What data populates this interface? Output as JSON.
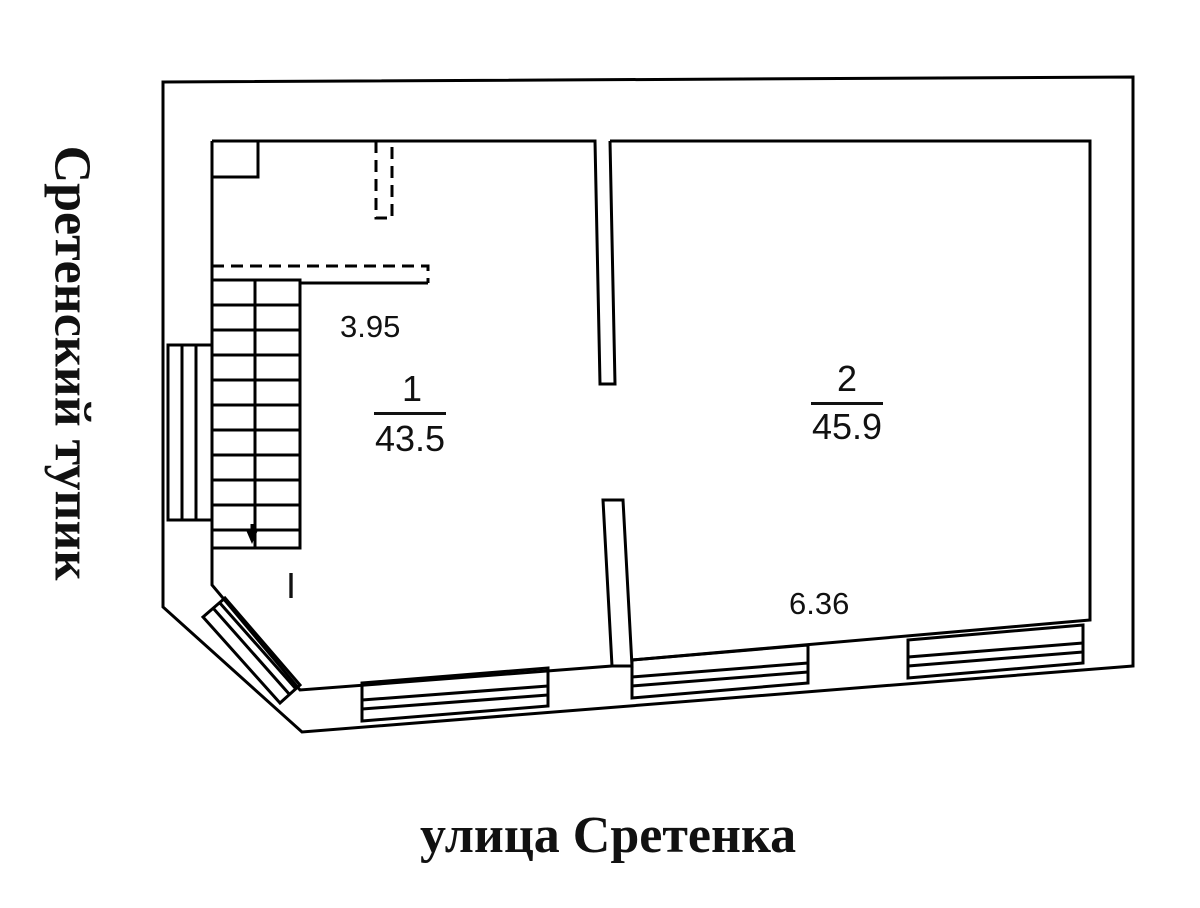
{
  "streets": {
    "bottom": "улица Сретенка",
    "left": "Сретенский тупик"
  },
  "rooms": [
    {
      "number": "1",
      "area": "43.5"
    },
    {
      "number": "2",
      "area": "45.9"
    }
  ],
  "dimensions": {
    "room1_width": "3.95",
    "room2_width": "6.36"
  },
  "section_mark": "I"
}
